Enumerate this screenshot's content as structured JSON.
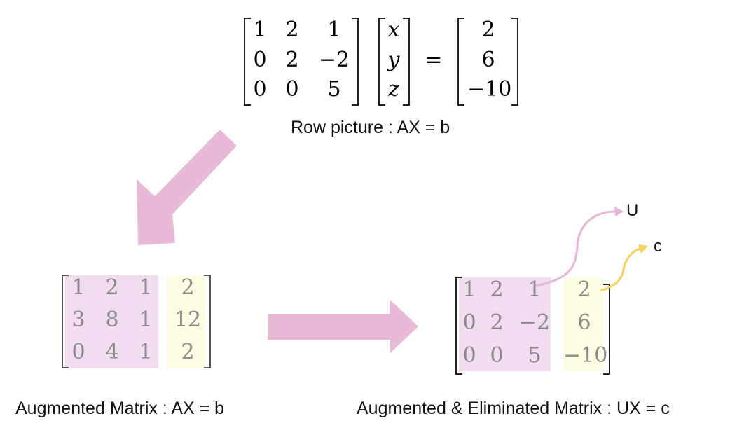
{
  "top_equation": {
    "A": [
      [
        "1",
        "2",
        "1"
      ],
      [
        "0",
        "2",
        "−2"
      ],
      [
        "0",
        "0",
        "5"
      ]
    ],
    "X": [
      "x",
      "y",
      "z"
    ],
    "equals": "=",
    "b": [
      "2",
      "6",
      "−10"
    ],
    "caption": "Row picture : AX = b"
  },
  "augmented": {
    "A": [
      [
        "1",
        "2",
        "1"
      ],
      [
        "3",
        "8",
        "1"
      ],
      [
        "0",
        "4",
        "1"
      ]
    ],
    "b": [
      "2",
      "12",
      "2"
    ],
    "caption": "Augmented Matrix : AX = b"
  },
  "eliminated": {
    "U": [
      [
        "1",
        "2",
        "1"
      ],
      [
        "0",
        "2",
        "−2"
      ],
      [
        "0",
        "0",
        "5"
      ]
    ],
    "c": [
      "2",
      "6",
      "−10"
    ],
    "caption": "Augmented & Eliminated Matrix : UX = c",
    "label_U": "U",
    "label_c": "c"
  },
  "colors": {
    "arrow_pink": "#e9bad8",
    "highlight_pink": "#f2dcef",
    "highlight_yellow": "#fdfde4",
    "callout_pink": "#e6b4d6",
    "callout_yellow": "#f5d25a",
    "faded_text": "#8a8a8a"
  }
}
